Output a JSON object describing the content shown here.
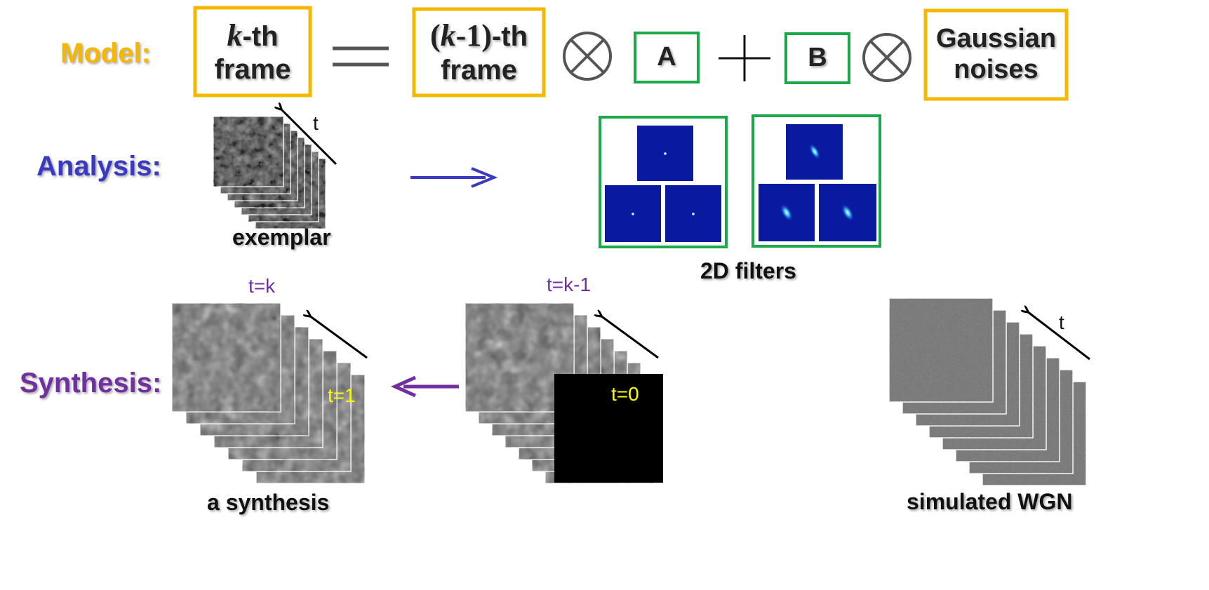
{
  "rows": {
    "model": "Model:",
    "analysis": "Analysis:",
    "synthesis": "Synthesis:"
  },
  "equation": {
    "kth_k": "k",
    "kth_rest": "-th",
    "kth_line2": "frame",
    "km1_open": "(",
    "km1_k": "k",
    "km1_minus1": "-1)",
    "km1_rest": "-th",
    "km1_line2": "frame",
    "a": "A",
    "b": "B",
    "noise_line1": "Gaussian",
    "noise_line2": "noises"
  },
  "labels": {
    "t_arrow_exemplar": "t",
    "exemplar": "exemplar",
    "filters": "2D filters",
    "t_k": "t=k",
    "t_km1": "t=k-1",
    "t_1": "t=1",
    "t_0": "t=0",
    "synthesis": "a synthesis",
    "wgn": "simulated WGN",
    "t_arrow_wgn": "t"
  },
  "colors": {
    "model": "#f5b800",
    "analysis": "#3a3ac0",
    "synthesis": "#7030a0",
    "model_box": "#f5b800",
    "filter_box": "#1aa84a",
    "frame_label": "#ffff00",
    "filter_bg": "#0a1aa0"
  }
}
